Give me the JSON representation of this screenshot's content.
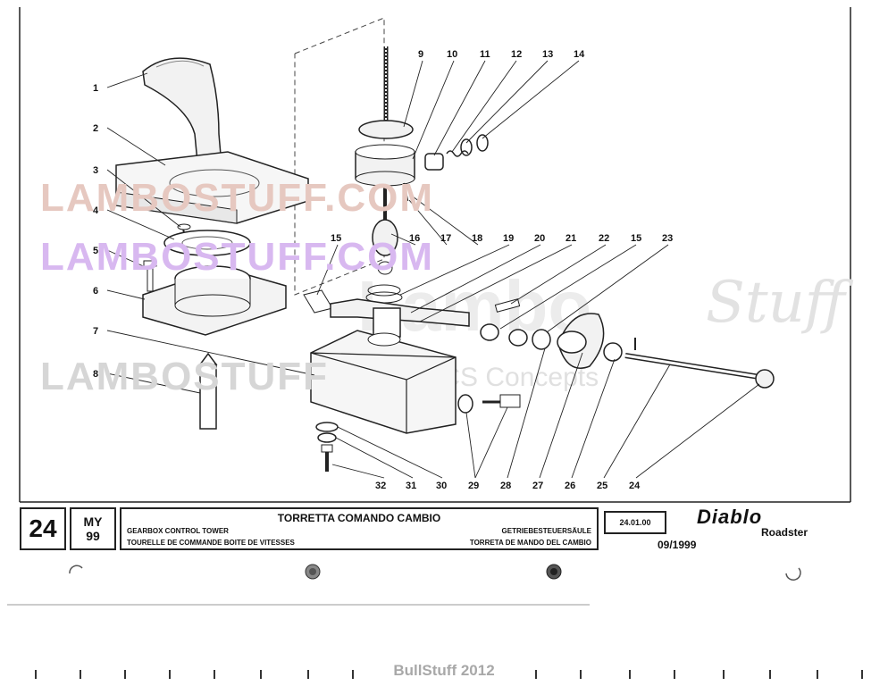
{
  "watermarks": {
    "top": "LAMBOSTUFF.COM",
    "middle": "LAMBOSTUFF.COM",
    "lower": "LAMBOSTUFF",
    "lambo": "Lambo",
    "stuff": "Stuff",
    "concepts": "By CS Concepts"
  },
  "callouts": [
    "1",
    "2",
    "3",
    "4",
    "5",
    "6",
    "7",
    "8",
    "9",
    "10",
    "11",
    "12",
    "13",
    "14",
    "15",
    "16",
    "17",
    "18",
    "19",
    "20",
    "21",
    "22",
    "15",
    "23",
    "24",
    "25",
    "26",
    "27",
    "28",
    "29",
    "30",
    "31",
    "32"
  ],
  "title_block": {
    "page_number": "24",
    "my_label": "MY",
    "my_year": "99",
    "title_it": "TORRETTA COMANDO CAMBIO",
    "title_en": "GEARBOX CONTROL TOWER",
    "title_de": "GETRIEBESTEUERSÄULE",
    "title_fr": "TOURELLE DE COMMANDE BOITE DE VITESSES",
    "title_es": "TORRETA DE MANDO DEL CAMBIO",
    "drawing_code": "24.01.00",
    "brand": "Diablo",
    "brand_sub": "Roadster",
    "date": "09/1999"
  },
  "footer": {
    "credit": "BullStuff 2012"
  }
}
